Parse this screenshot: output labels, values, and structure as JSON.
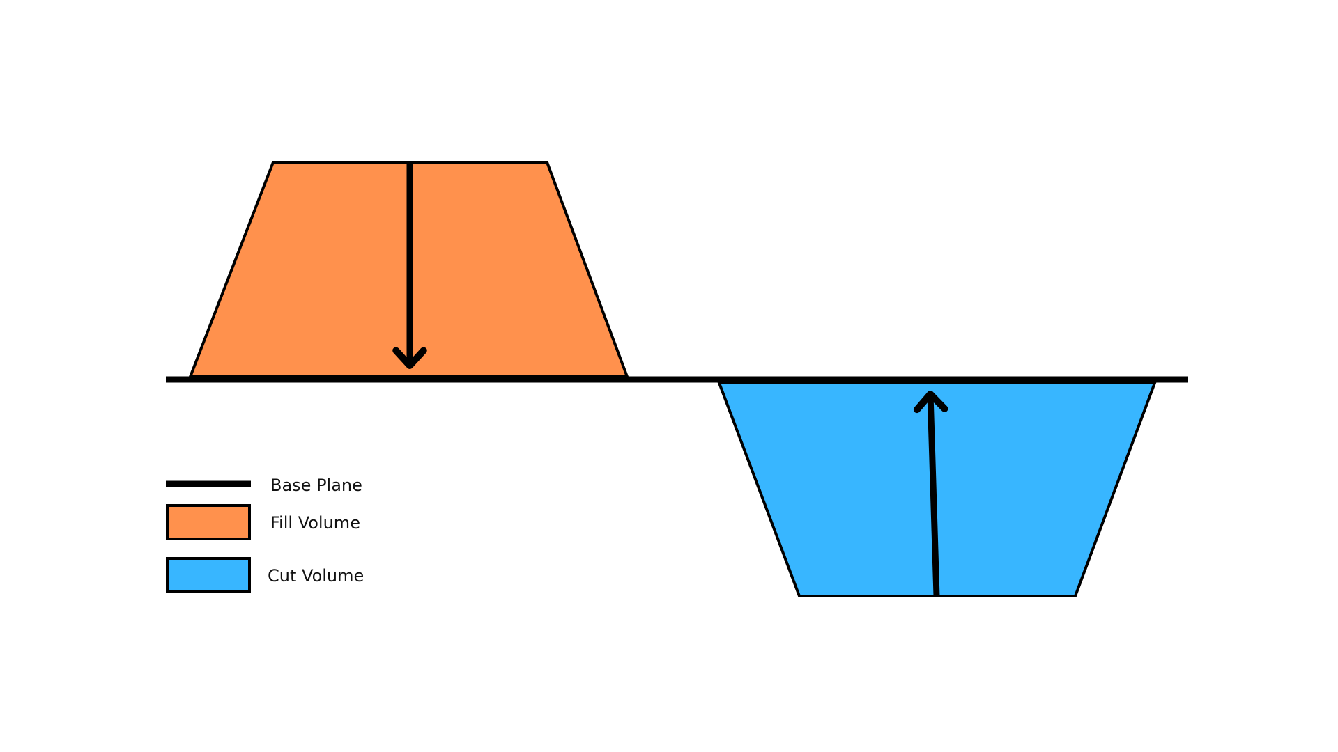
{
  "legend": {
    "items": [
      {
        "id": "base-plane",
        "label": "Base Plane",
        "symbol": "line"
      },
      {
        "id": "fill-volume",
        "label": "Fill Volume",
        "symbol": "box"
      },
      {
        "id": "cut-volume",
        "label": "Cut Volume",
        "symbol": "box"
      }
    ]
  },
  "colors": {
    "fill_volume": "#FF914D",
    "cut_volume": "#38B6FF",
    "stroke": "#000000",
    "background": "#FFFFFF"
  },
  "shapes": {
    "fill_volume": {
      "shape": "trapezoid",
      "position": "above base plane",
      "arrow": "down"
    },
    "cut_volume": {
      "shape": "inverted trapezoid",
      "position": "below base plane",
      "arrow": "up"
    }
  }
}
